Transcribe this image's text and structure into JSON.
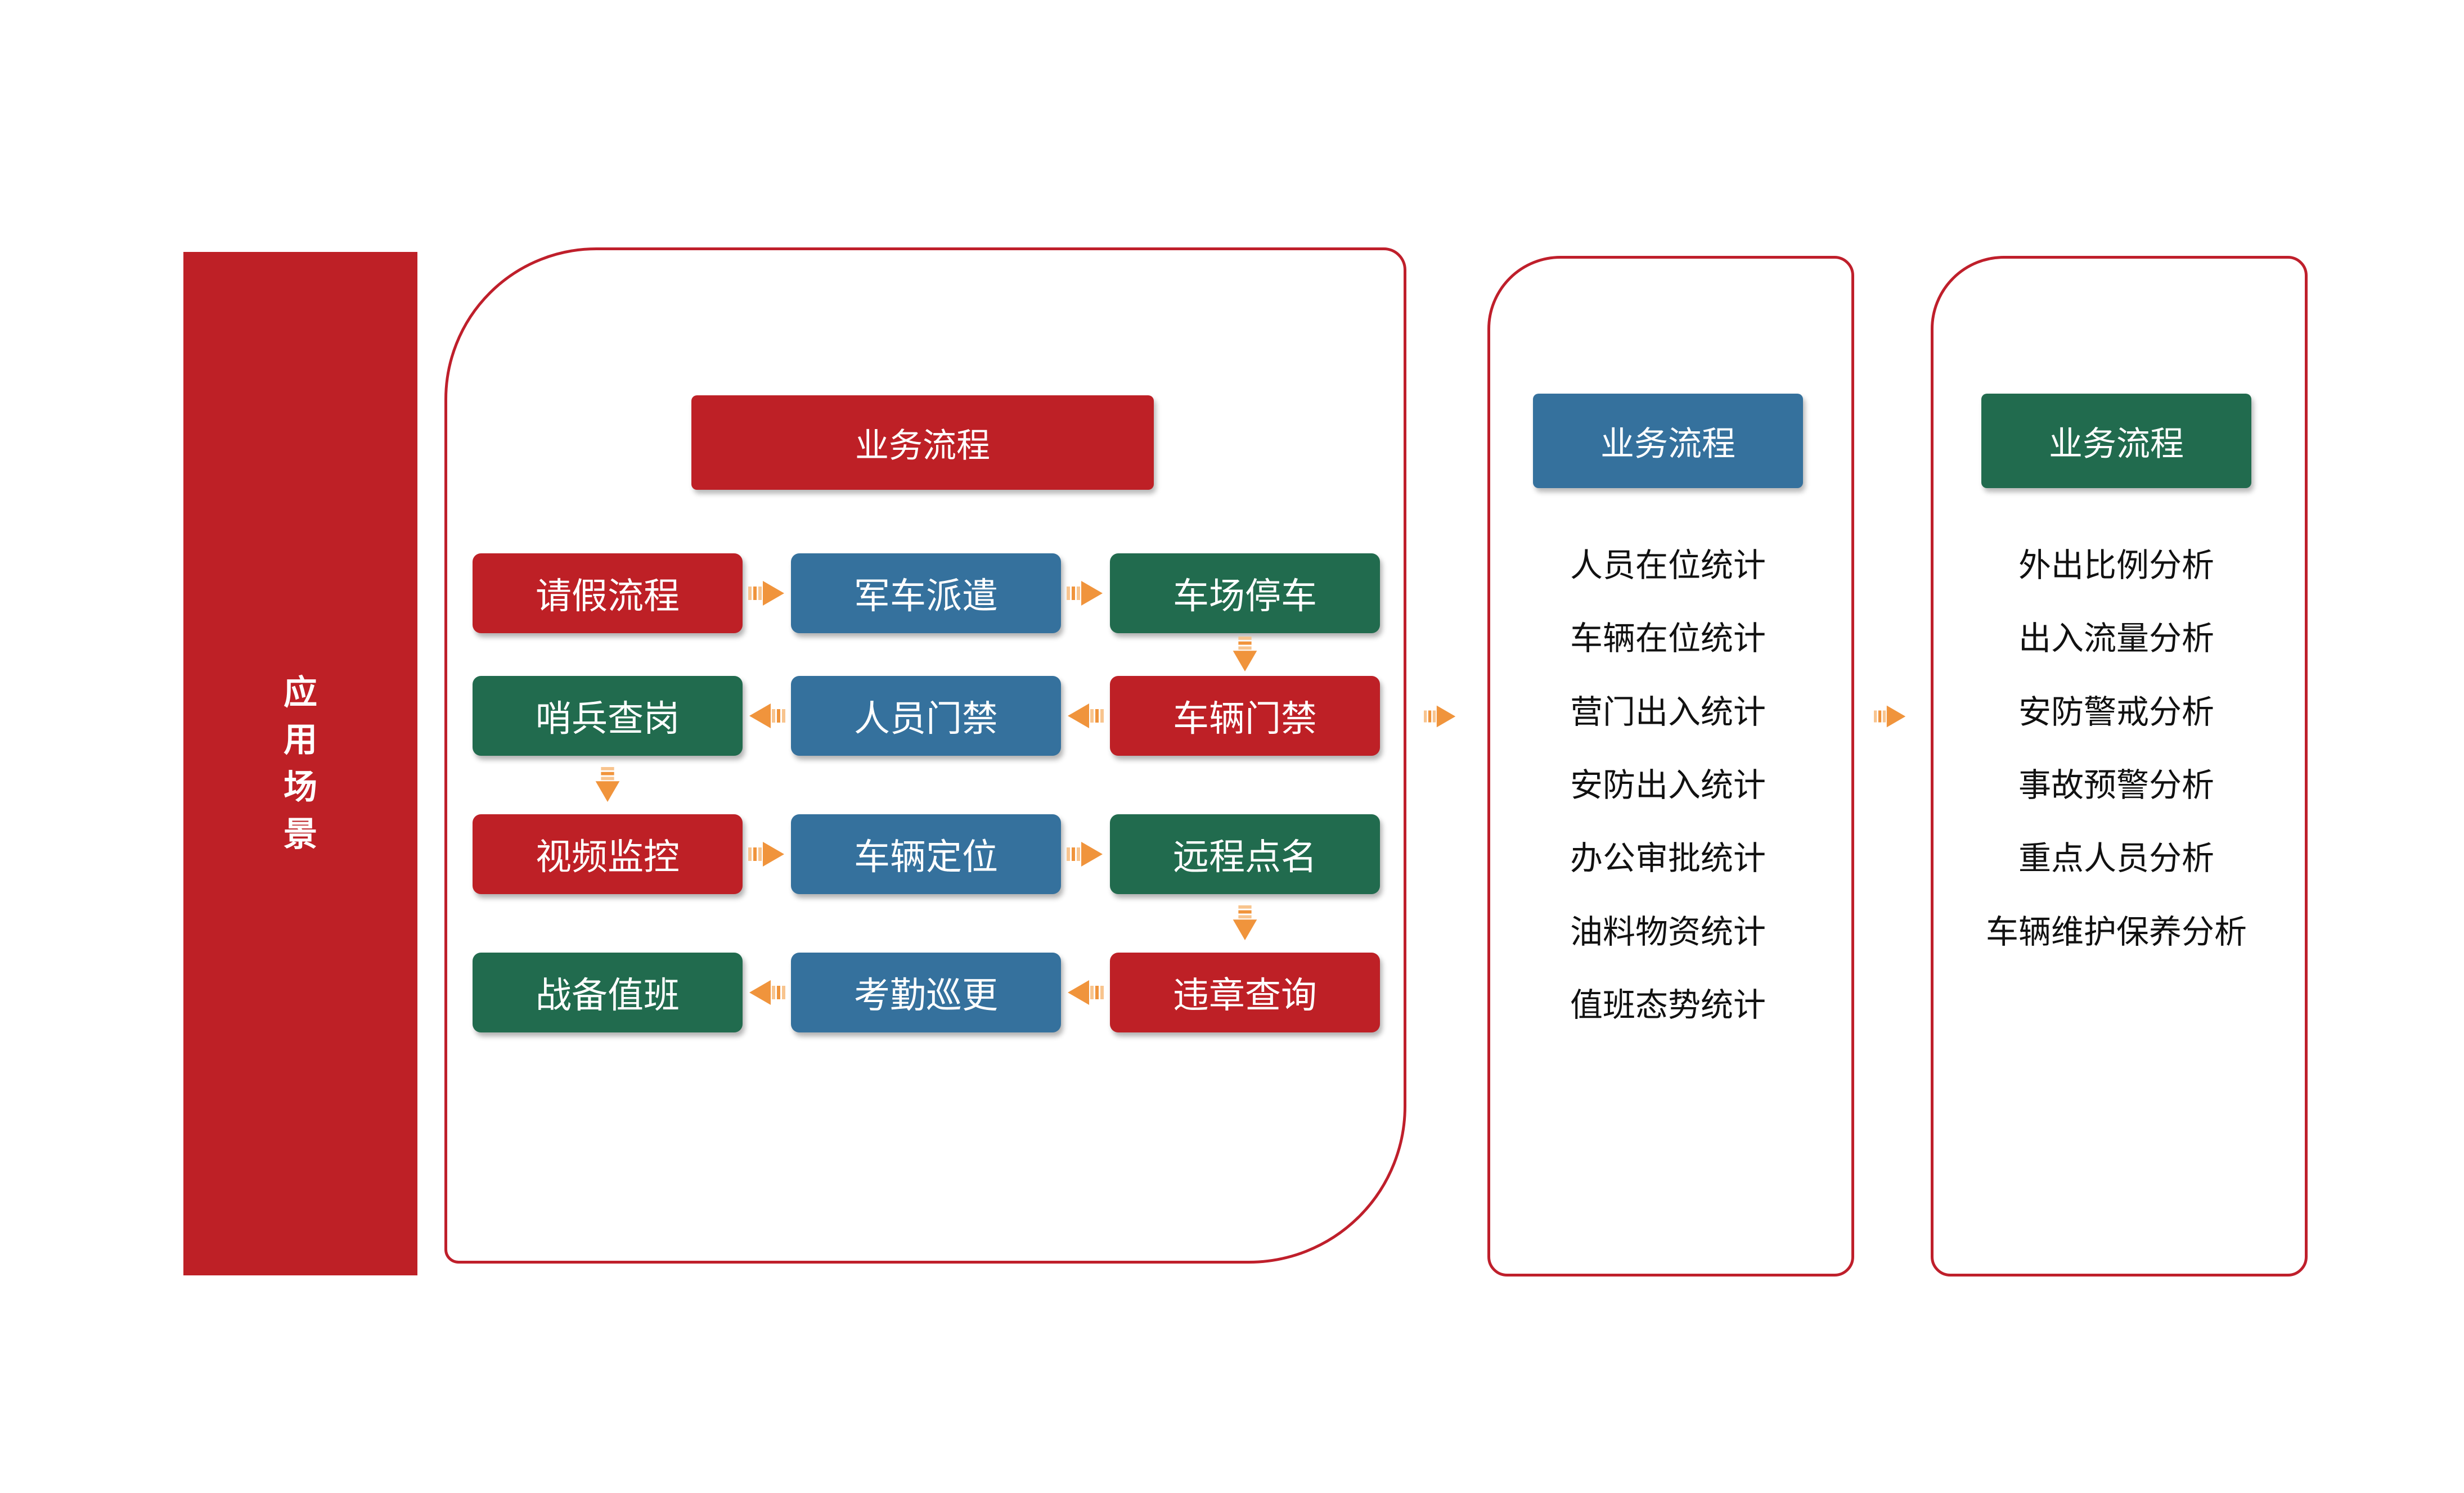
{
  "colors": {
    "red": "#BE2026",
    "blue": "#35719D",
    "green": "#216B4E",
    "orange": "#F0943C",
    "orange_light": "#F8C48E",
    "panel_border": "#BF1F2B"
  },
  "sidebar": {
    "label": "应用场景",
    "chars": [
      "应",
      "用",
      "场",
      "景"
    ]
  },
  "panels": {
    "process": {
      "header": "业务流程",
      "grid": [
        [
          {
            "label": "请假流程",
            "color": "red"
          },
          {
            "label": "军车派遣",
            "color": "blue"
          },
          {
            "label": "车场停车",
            "color": "green"
          }
        ],
        [
          {
            "label": "哨兵查岗",
            "color": "green"
          },
          {
            "label": "人员门禁",
            "color": "blue"
          },
          {
            "label": "车辆门禁",
            "color": "red"
          }
        ],
        [
          {
            "label": "视频监控",
            "color": "red"
          },
          {
            "label": "车辆定位",
            "color": "blue"
          },
          {
            "label": "远程点名",
            "color": "green"
          }
        ],
        [
          {
            "label": "战备值班",
            "color": "green"
          },
          {
            "label": "考勤巡更",
            "color": "blue"
          },
          {
            "label": "违章查询",
            "color": "red"
          }
        ]
      ],
      "h_arrows": [
        {
          "row": 0,
          "gap": 0,
          "dir": "right"
        },
        {
          "row": 0,
          "gap": 1,
          "dir": "right"
        },
        {
          "row": 1,
          "gap": 0,
          "dir": "left"
        },
        {
          "row": 1,
          "gap": 1,
          "dir": "left"
        },
        {
          "row": 2,
          "gap": 0,
          "dir": "right"
        },
        {
          "row": 2,
          "gap": 1,
          "dir": "right"
        },
        {
          "row": 3,
          "gap": 0,
          "dir": "left"
        },
        {
          "row": 3,
          "gap": 1,
          "dir": "left"
        }
      ],
      "v_arrows": [
        {
          "row": 0,
          "col": 2
        },
        {
          "row": 1,
          "col": 0
        },
        {
          "row": 2,
          "col": 2
        }
      ]
    },
    "statistics": {
      "header": "业务流程",
      "items": [
        "人员在位统计",
        "车辆在位统计",
        "营门出入统计",
        "安防出入统计",
        "办公审批统计",
        "油料物资统计",
        "值班态势统计"
      ]
    },
    "analysis": {
      "header": "业务流程",
      "items": [
        "外出比例分析",
        "出入流量分析",
        "安防警戒分析",
        "事故预警分析",
        "重点人员分析",
        "车辆维护保养分析"
      ]
    }
  },
  "connectors": [
    {
      "from": "process",
      "to": "statistics",
      "dir": "right"
    },
    {
      "from": "statistics",
      "to": "analysis",
      "dir": "right"
    }
  ]
}
